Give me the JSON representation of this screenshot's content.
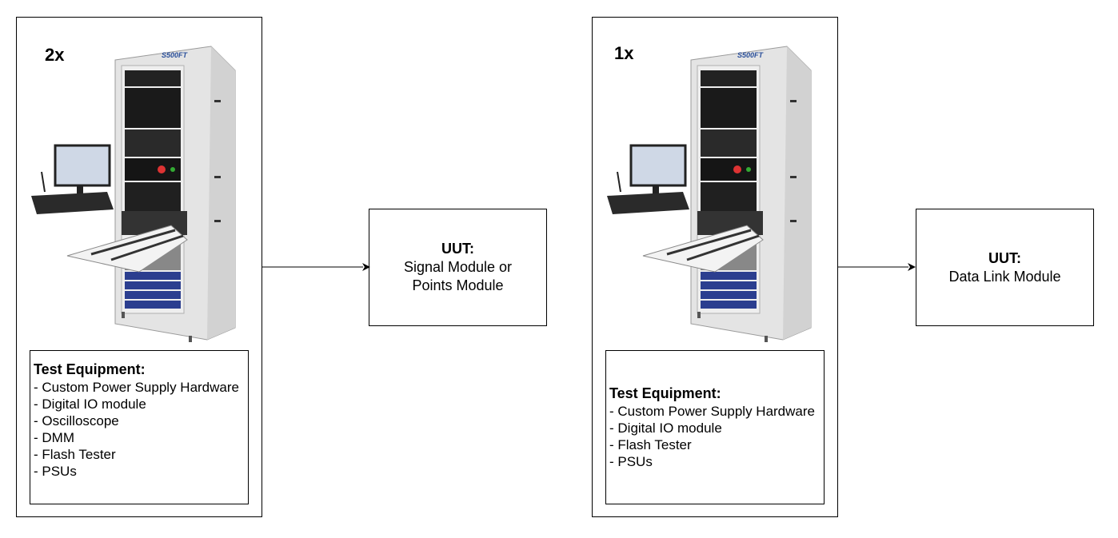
{
  "stations": [
    {
      "count": "2x",
      "brand": "S500FT",
      "equipment_title": "Test Equipment:",
      "equipment": [
        "- Custom Power Supply Hardware",
        "- Digital IO module",
        "- Oscilloscope",
        "- DMM",
        "- Flash Tester",
        "- PSUs"
      ],
      "uut_title": "UUT:",
      "uut_lines": [
        "Signal Module or",
        "Points Module"
      ]
    },
    {
      "count": "1x",
      "brand": "S500FT",
      "equipment_title": "Test Equipment:",
      "equipment": [
        "- Custom Power Supply Hardware",
        "- Digital IO module",
        "- Flash Tester",
        "- PSUs"
      ],
      "uut_title": "UUT:",
      "uut_lines": [
        "Data Link Module"
      ]
    }
  ]
}
